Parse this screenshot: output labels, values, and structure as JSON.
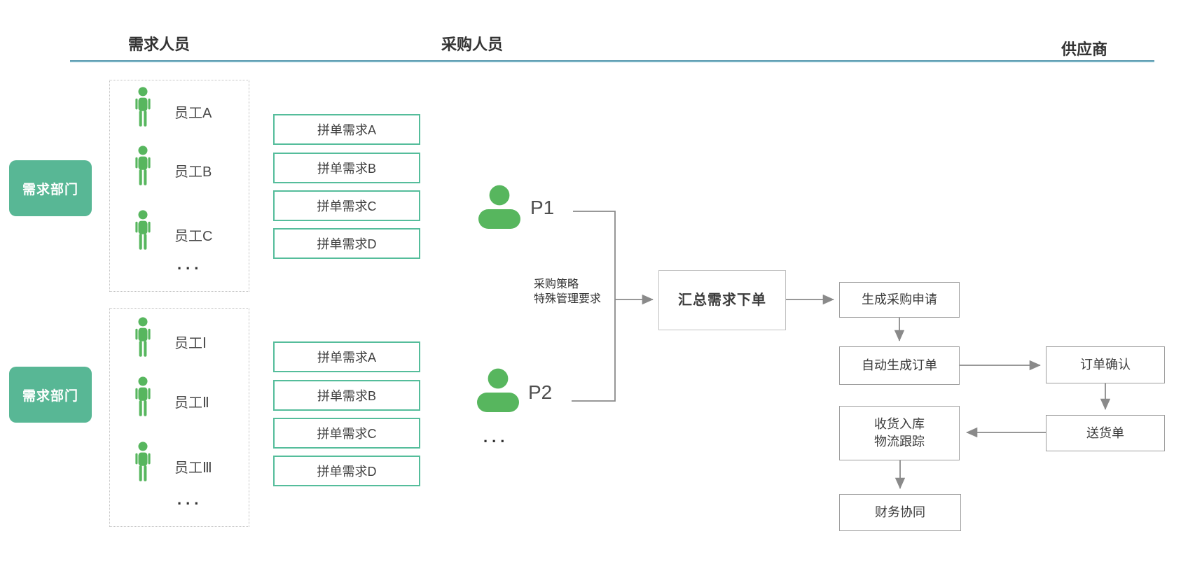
{
  "header": {
    "columns": [
      {
        "id": "demand",
        "label": "需求人员"
      },
      {
        "id": "purchasing",
        "label": "采购人员"
      },
      {
        "id": "supplier",
        "label": "供应商"
      }
    ]
  },
  "departments": [
    {
      "label": "需求部门",
      "employees": [
        "员工A",
        "员工B",
        "员工C"
      ],
      "more": "..."
    },
    {
      "label": "需求部门",
      "employees": [
        "员工Ⅰ",
        "员工Ⅱ",
        "员工Ⅲ"
      ],
      "more": "..."
    }
  ],
  "request_groups": [
    {
      "items": [
        "拼单需求A",
        "拼单需求B",
        "拼单需求C",
        "拼单需求D"
      ]
    },
    {
      "items": [
        "拼单需求A",
        "拼单需求B",
        "拼单需求C",
        "拼单需求D"
      ]
    }
  ],
  "buyers": {
    "items": [
      {
        "label": "P1"
      },
      {
        "label": "P2"
      }
    ],
    "more": "...",
    "annotation_line1": "采购策略",
    "annotation_line2": "特殊管理要求"
  },
  "flow": {
    "summary": "汇总需求下单",
    "purchase_request": "生成采购申请",
    "auto_order": "自动生成订单",
    "order_confirm": "订单确认",
    "delivery_note": "送货单",
    "receiving_line1": "收货入库",
    "receiving_line2": "物流跟踪",
    "finance": "财务协同"
  },
  "icons": {
    "employee": "person-icon",
    "buyer": "user-avatar-icon"
  },
  "colors": {
    "person_green": "#57b65e",
    "dept_teal": "#58b795",
    "request_border_teal": "#55bd9b",
    "header_line_teal": "#69a7ba",
    "arrow_gray": "#8a8a8a"
  }
}
